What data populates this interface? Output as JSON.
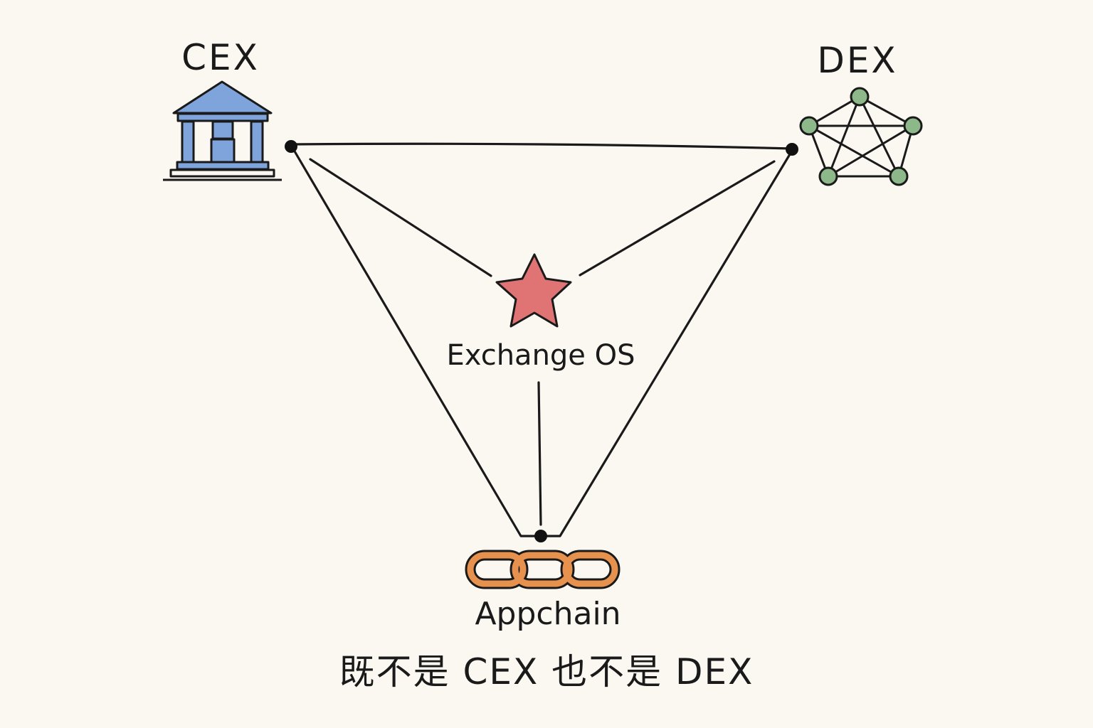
{
  "nodes": {
    "cex": {
      "label": "CEX",
      "icon": "bank-building-icon",
      "color": "#7fa4dc"
    },
    "dex": {
      "label": "DEX",
      "icon": "network-nodes-icon",
      "color": "#8db88a"
    },
    "exchange_os": {
      "label": "Exchange OS",
      "icon": "star-icon",
      "color": "#e07474"
    },
    "appchain": {
      "label": "Appchain",
      "icon": "chain-links-icon",
      "color": "#e6924e"
    }
  },
  "caption": "既不是 CEX 也不是 DEX",
  "colors": {
    "background": "#fbf7f1",
    "line": "#1a1a1a"
  }
}
